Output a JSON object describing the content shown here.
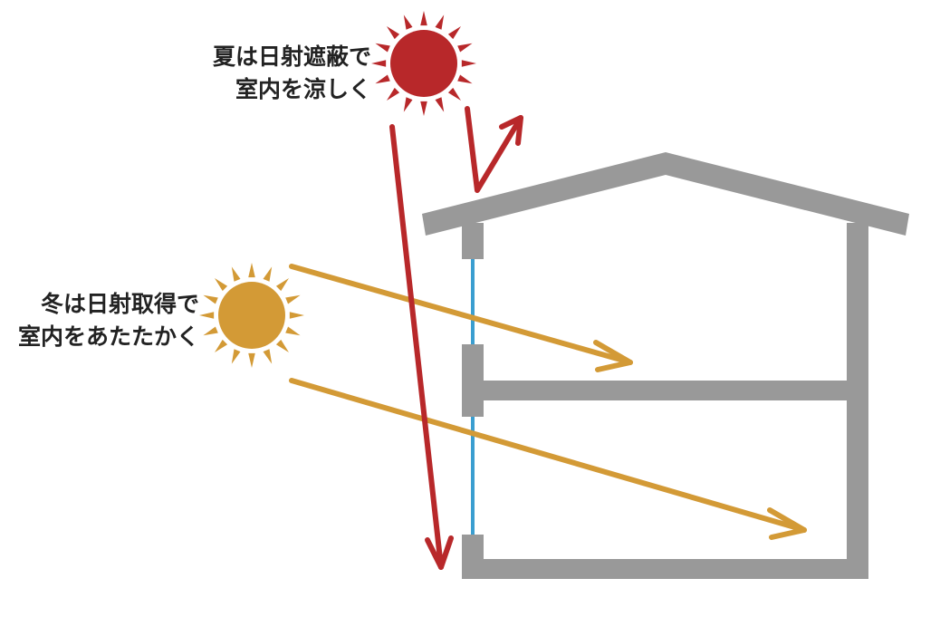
{
  "summer": {
    "line1": "夏は日射遮蔽で",
    "line2": "室内を涼しく",
    "color": "#b8282a",
    "icon": "sun-icon"
  },
  "winter": {
    "line1": "冬は日射取得で",
    "line2": "室内をあたたかく",
    "color": "#d39a36",
    "icon": "sun-icon"
  },
  "colors": {
    "house": "#999999",
    "window": "#3a9ed0"
  }
}
